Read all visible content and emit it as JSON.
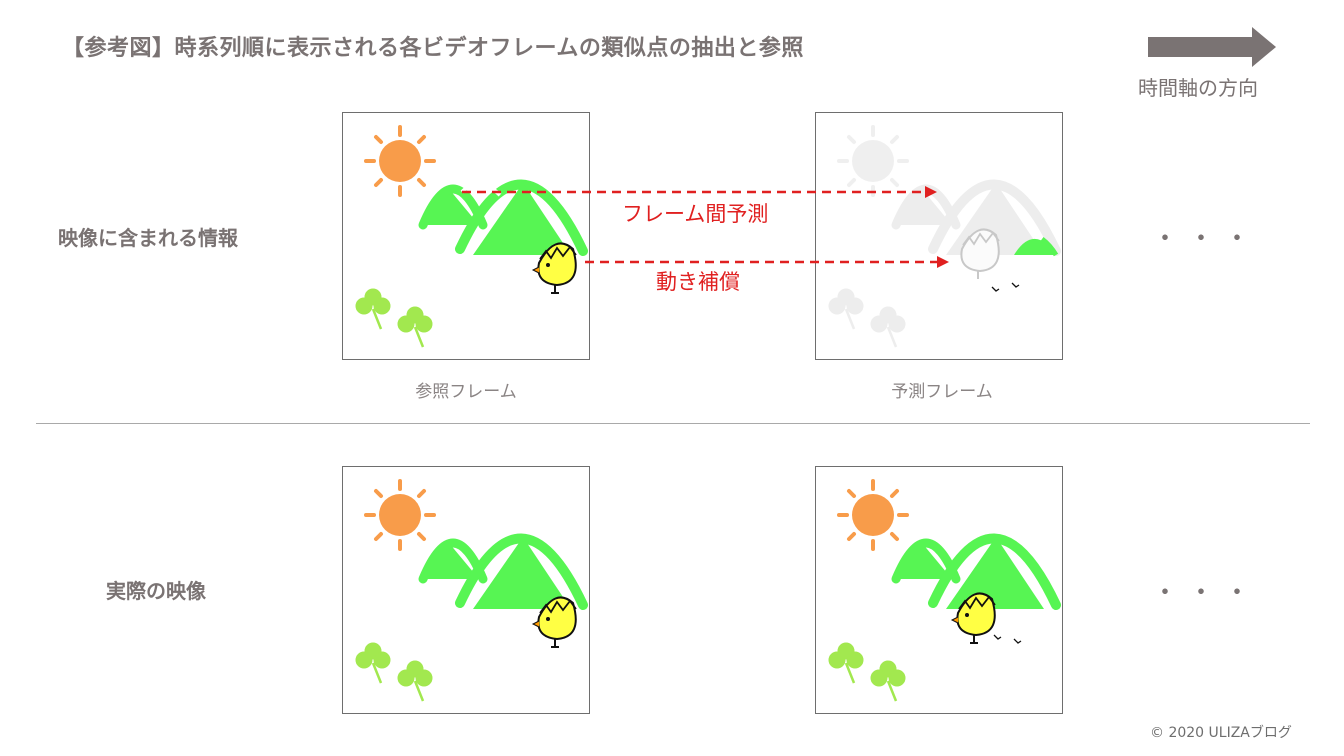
{
  "title": "【参考図】時系列順に表示される各ビデオフレームの類似点の抽出と参照",
  "time_axis": {
    "label": "時間軸の方向",
    "arrow_color": "#7a7373"
  },
  "rows": {
    "info": {
      "label": "映像に含まれる情報"
    },
    "actual": {
      "label": "実際の映像"
    }
  },
  "captions": {
    "reference": "参照フレーム",
    "predicted": "予測フレーム"
  },
  "annotations": {
    "inter_frame": "フレーム間予測",
    "motion": "動き補償"
  },
  "ellipsis": "・・・",
  "footer": "© 2020 ULIZAブログ",
  "colors": {
    "sun": "#f89c4a",
    "mountain": "#57f553",
    "chick": "#ffff44",
    "clover": "#a2e84f",
    "ghost": "#ededed",
    "arrow": "#e02020"
  },
  "icons": [
    "sun-icon",
    "mountain-icon",
    "chick-icon",
    "clover-icon",
    "right-arrow-icon"
  ]
}
